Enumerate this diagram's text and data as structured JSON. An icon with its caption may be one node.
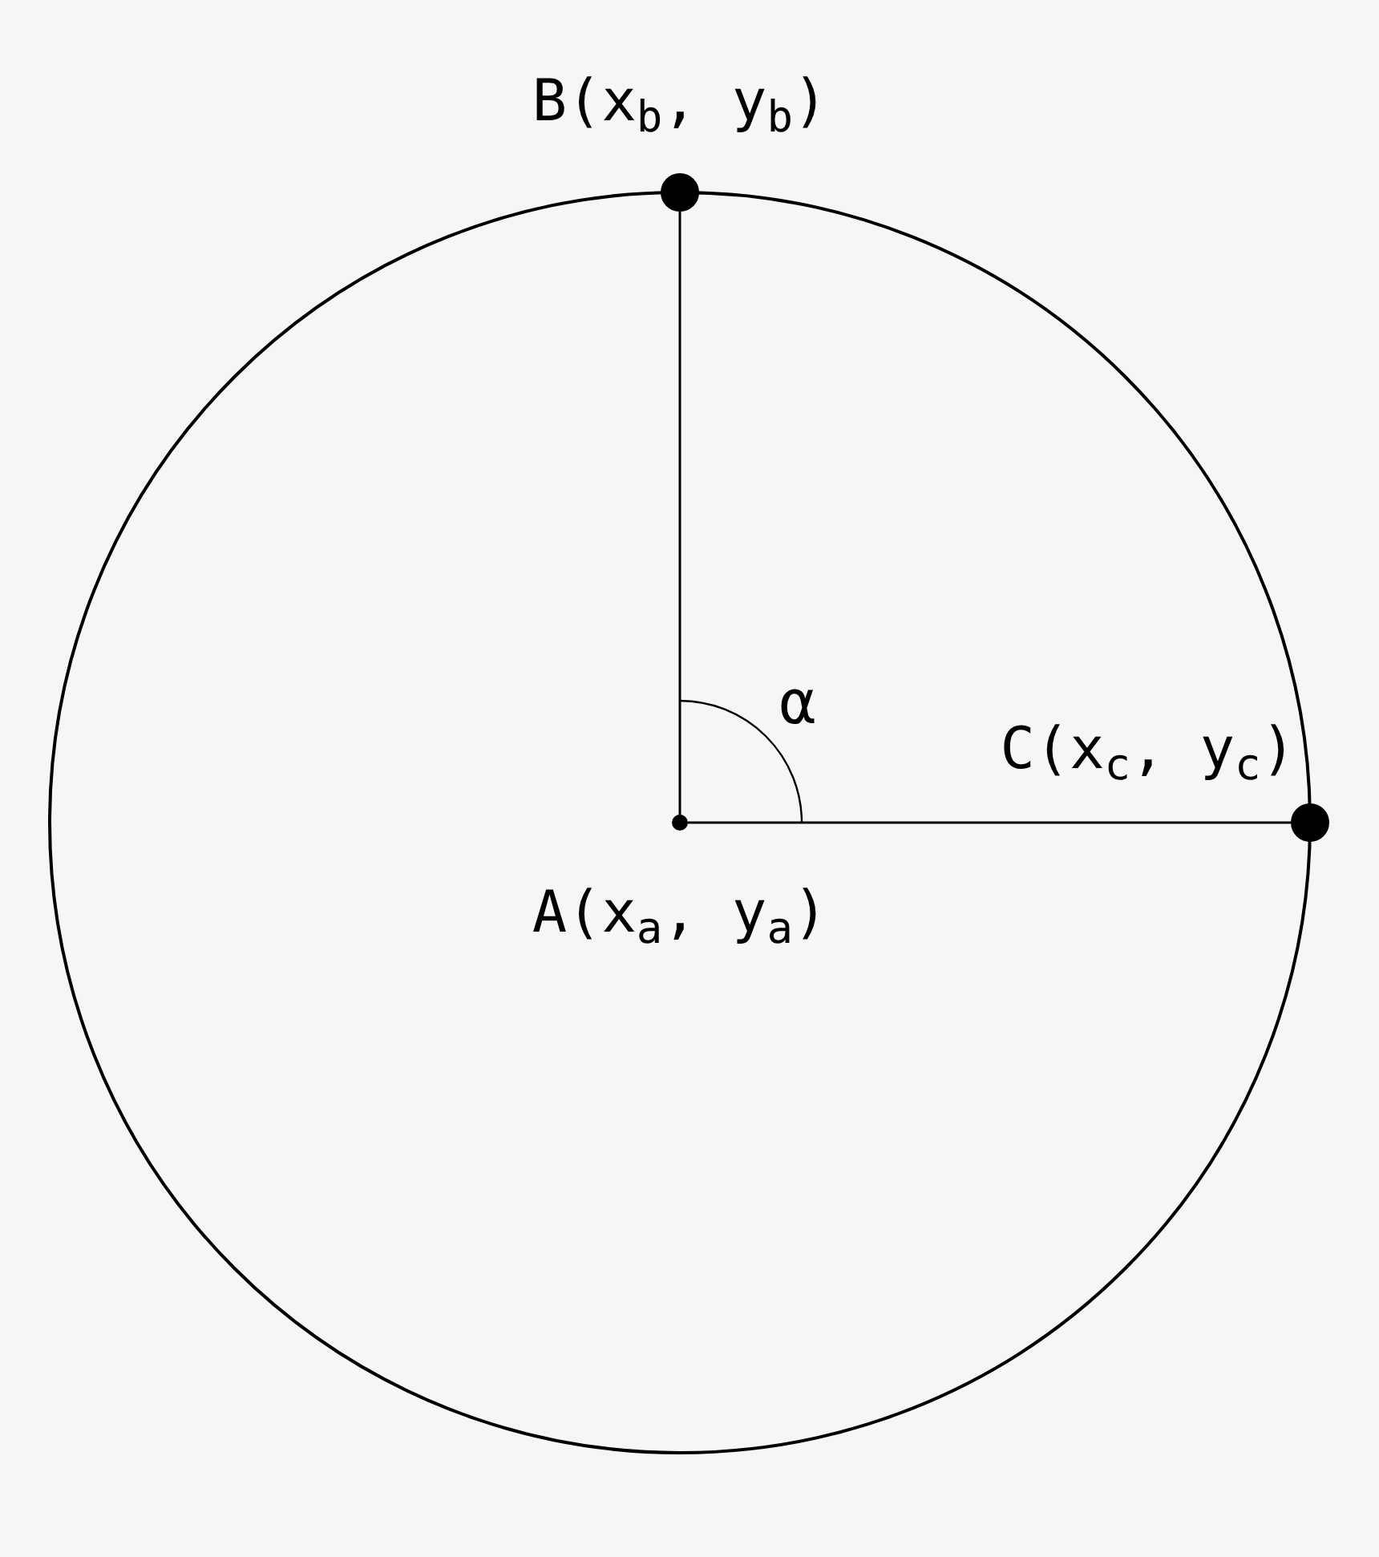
{
  "diagram": {
    "nodes": [
      {
        "text": [],
        "shape": "circle",
        "beside": [
          "A(x$_{a}$, y$_{a}$)"
        ]
      },
      {
        "text": [],
        "shape": "circle",
        "beside": [
          "B(x$_{b}$, y$_{b}$)"
        ]
      },
      {
        "text": [],
        "shape": "circle",
        "beside": [
          "C(x$_{c}$, y$_{c}$)"
        ]
      }
    ],
    "edges": [
      {
        "from": 0,
        "to": 1,
        "arrow": "none"
      },
      {
        "from": 0,
        "to": 2,
        "arrow": "none"
      }
    ],
    "labels": [
      "α"
    ]
  }
}
